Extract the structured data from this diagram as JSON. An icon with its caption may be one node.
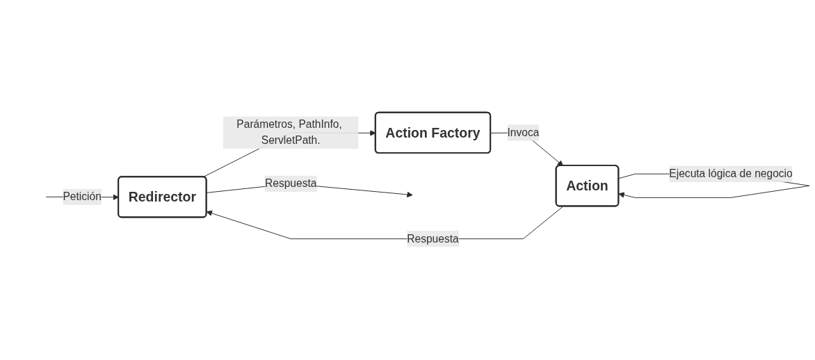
{
  "diagram": {
    "nodes": [
      {
        "text": [
          "Redirector"
        ]
      },
      {
        "text": [
          "Action Factory"
        ]
      },
      {
        "text": [
          "Action"
        ]
      }
    ],
    "edges": [
      {
        "from": null,
        "to": 0,
        "arrow": "to",
        "label": "Petición"
      },
      {
        "from": 0,
        "to": null,
        "arrow": "to",
        "label": "Respuesta"
      },
      {
        "from": 0,
        "to": 1,
        "arrow": "to",
        "label": "Parámetros, PathInfo, ServletPath."
      },
      {
        "from": 1,
        "to": 2,
        "arrow": "to",
        "label": "Invoca"
      },
      {
        "from": 2,
        "to": 0,
        "arrow": "to",
        "label": "Respuesta"
      },
      {
        "from": 2,
        "to": 2,
        "arrow": "to",
        "label": "Ejecuta lógica de negocio"
      }
    ]
  }
}
